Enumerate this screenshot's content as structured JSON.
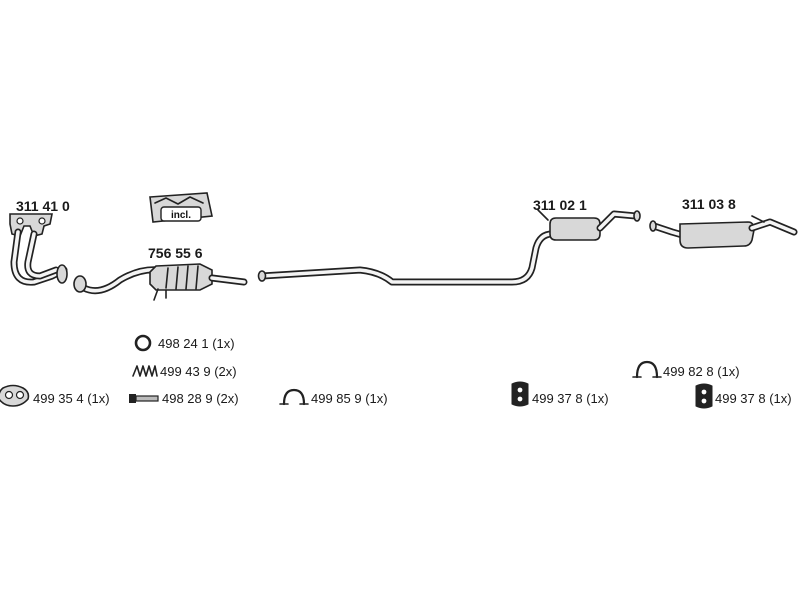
{
  "parts": {
    "manifold": "311 41 0",
    "catalyst": "756 55 6",
    "catalyst_kit_badge": "incl.",
    "middle_silencer": "311 02 1",
    "rear_silencer": "311 03 8"
  },
  "accessories": {
    "ring_1": "498 24 1 (1x)",
    "spring_1": "499 43 9 (2x)",
    "gasket_1": "499 35 4 (1x)",
    "bolt_1": "498 28 9 (2x)",
    "clamp_1": "499 85 9 (1x)",
    "rubber_mount_1": "499 37 8 (1x)",
    "clamp_2": "499 82 8 (1x)",
    "rubber_mount_2": "499 37 8 (1x)"
  },
  "icons": {
    "ring_1": "o-ring-icon",
    "spring_1": "spring-icon",
    "gasket_1": "gasket-icon",
    "bolt_1": "bolt-icon",
    "clamp_1": "clamp-icon",
    "rubber_mount_1": "rubber-mount-icon",
    "clamp_2": "clamp-icon",
    "rubber_mount_2": "rubber-mount-icon"
  }
}
